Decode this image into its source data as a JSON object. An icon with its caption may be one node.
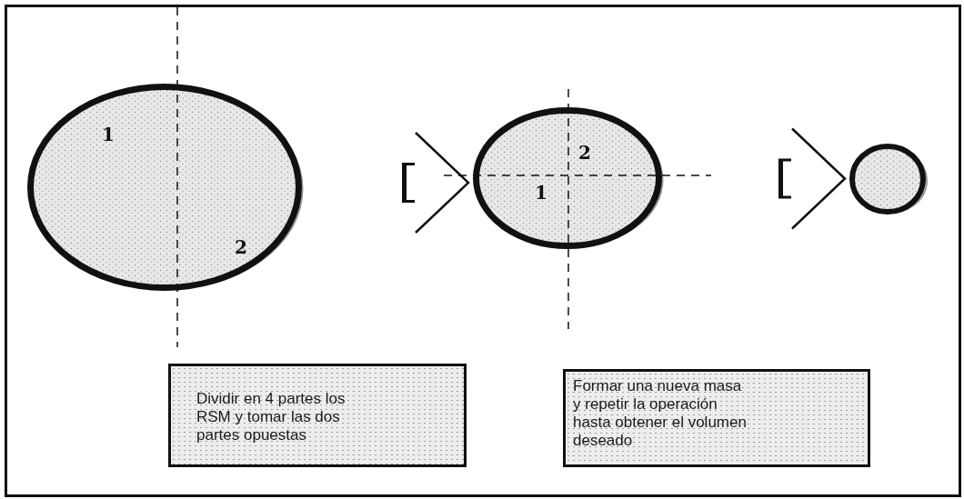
{
  "diagram": {
    "nodes": [
      {
        "text": [
          "1",
          "2"
        ]
      },
      {
        "text": [
          "2",
          "1"
        ]
      },
      {
        "text": [],
        "shape": "circle"
      },
      {
        "text": [
          "Dividir en 4 partes los RSM y tomar las dos partes opuestas"
        ]
      },
      {
        "text": [
          "Formar una nueva masa y repetir la operación hasta obtener el volumen deseado"
        ]
      }
    ],
    "edges": [
      {
        "from": 0,
        "to": 1,
        "arrow": "to"
      },
      {
        "from": 1,
        "to": 2,
        "arrow": "to"
      }
    ]
  }
}
